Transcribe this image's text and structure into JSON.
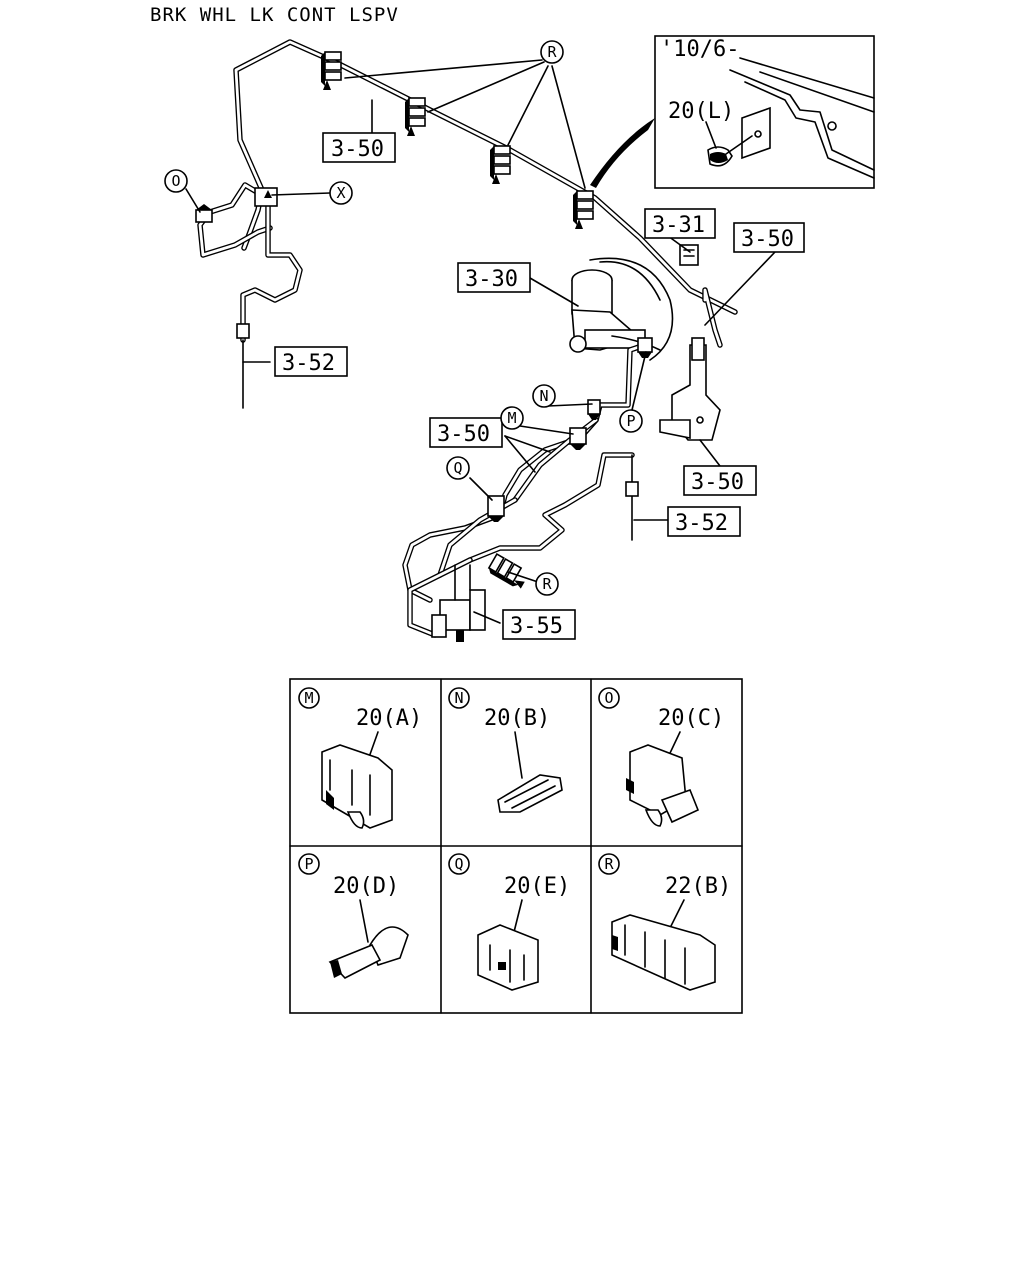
{
  "title": "BRK WHL LK CONT LSPV",
  "inset": {
    "date": "'10/6-",
    "part": "20(L)"
  },
  "ref_labels": {
    "top_50": "3-50",
    "r_31": "3-31",
    "r_50a": "3-50",
    "r_30": "3-30",
    "left_52": "3-52",
    "mid_50": "3-50",
    "right_50b": "3-50",
    "right_52": "3-52",
    "bottom_55": "3-55"
  },
  "callouts": {
    "R_top": "R",
    "O": "O",
    "X": "X",
    "N": "N",
    "M": "M",
    "P": "P",
    "Q": "Q",
    "R_bottom": "R"
  },
  "table": {
    "cells": [
      {
        "letter": "M",
        "part": "20(A)"
      },
      {
        "letter": "N",
        "part": "20(B)"
      },
      {
        "letter": "O",
        "part": "20(C)"
      },
      {
        "letter": "P",
        "part": "20(D)"
      },
      {
        "letter": "Q",
        "part": "20(E)"
      },
      {
        "letter": "R",
        "part": "22(B)"
      }
    ]
  }
}
